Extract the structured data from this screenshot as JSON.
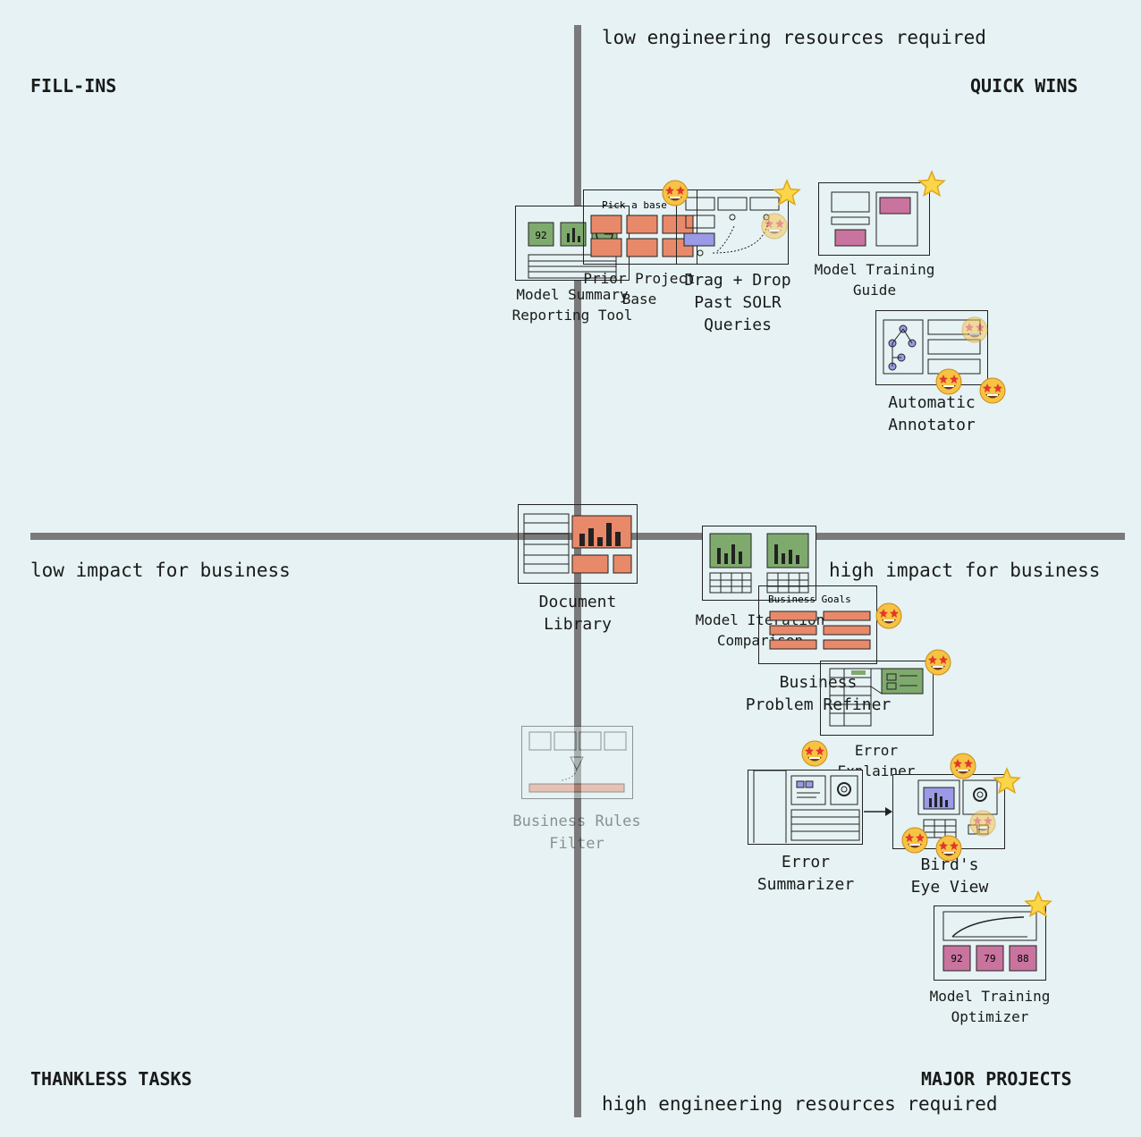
{
  "axes": {
    "top": "low engineering resources required",
    "bottom": "high engineering resources required",
    "left": "low impact for business",
    "right": "high impact for business"
  },
  "quadrants": {
    "top_left": "FILL-INS",
    "top_right": "QUICK WINS",
    "bottom_left": "THANKLESS TASKS",
    "bottom_right": "MAJOR PROJECTS"
  },
  "items": {
    "model_summary": {
      "line1": "Model Summary",
      "line2": "Reporting Tool",
      "badge": "92"
    },
    "prior_project": {
      "line1": "Prior Project",
      "line2": "Base",
      "header": "Pick a base"
    },
    "drag_drop": {
      "line1": "Drag + Drop",
      "line2": "Past SOLR",
      "line3": "Queries"
    },
    "training_guide": {
      "line1": "Model Training",
      "line2": "Guide"
    },
    "annotator": {
      "line1": "Automatic",
      "line2": "Annotator"
    },
    "doc_library": {
      "line1": "Document",
      "line2": "Library"
    },
    "iteration": {
      "line1": "Model Iteration",
      "line2": "Comparison"
    },
    "business_problem": {
      "line1": "Business",
      "line2": "Problem Refiner",
      "header": "Business Goals"
    },
    "error_explainer": {
      "line1": "Error",
      "line2": "Explainer"
    },
    "rules_filter": {
      "line1": "Business Rules",
      "line2": "Filter"
    },
    "error_summarizer": {
      "line1": "Error",
      "line2": "Summarizer"
    },
    "birds_eye": {
      "line1": "Bird's",
      "line2": "Eye View"
    },
    "optimizer": {
      "line1": "Model Training",
      "line2": "Optimizer",
      "scores": [
        "92",
        "79",
        "88"
      ]
    }
  },
  "colors": {
    "background": "#e6f2f3",
    "axis": "#7a7a7a",
    "orange": "#e8896a",
    "green": "#7faa6e",
    "purple": "#9a9ae6",
    "pink": "#c8749e"
  }
}
